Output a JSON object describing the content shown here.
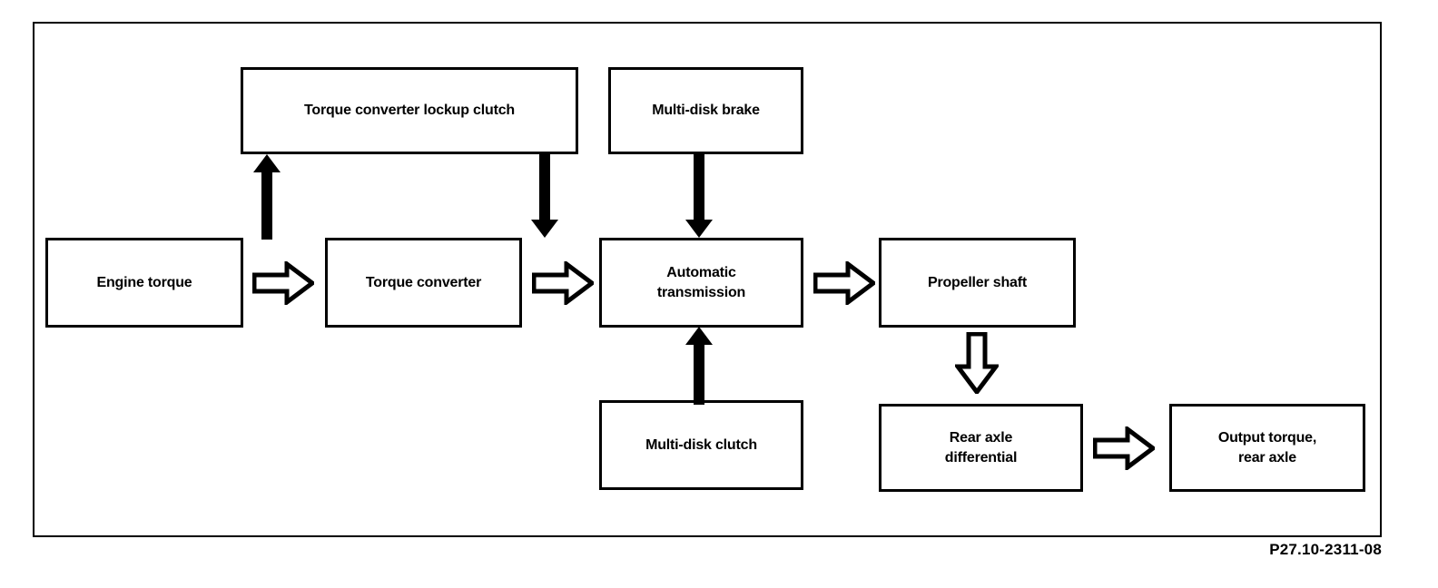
{
  "diagram": {
    "caption": "P27.10-2311-08",
    "frame": {
      "stroke": "#000000"
    },
    "nodes": [
      {
        "id": "torque-converter-lockup-clutch",
        "label": "Torque converter lockup clutch"
      },
      {
        "id": "multi-disk-brake",
        "label": "Multi-disk brake"
      },
      {
        "id": "engine-torque",
        "label": "Engine torque"
      },
      {
        "id": "torque-converter",
        "label": "Torque converter"
      },
      {
        "id": "automatic-transmission",
        "label": "Automatic\ntransmission"
      },
      {
        "id": "propeller-shaft",
        "label": "Propeller shaft"
      },
      {
        "id": "multi-disk-clutch",
        "label": "Multi-disk clutch"
      },
      {
        "id": "rear-axle-differential",
        "label": "Rear axle\ndifferential"
      },
      {
        "id": "output-torque-rear-axle",
        "label": "Output torque,\nrear axle"
      }
    ],
    "connectors": [
      {
        "id": "torque-converter-to-lockup-clutch",
        "style": "solid-black",
        "direction": "up",
        "from": "torque-converter",
        "to": "torque-converter-lockup-clutch"
      },
      {
        "id": "lockup-clutch-to-torque-converter",
        "style": "solid-black",
        "direction": "down",
        "from": "torque-converter-lockup-clutch",
        "to": "torque-converter"
      },
      {
        "id": "multi-disk-brake-to-automatic-transmission",
        "style": "solid-black",
        "direction": "down",
        "from": "multi-disk-brake",
        "to": "automatic-transmission"
      },
      {
        "id": "multi-disk-clutch-to-automatic-transmission",
        "style": "solid-black",
        "direction": "up",
        "from": "multi-disk-clutch",
        "to": "automatic-transmission"
      },
      {
        "id": "engine-torque-to-torque-converter",
        "style": "hollow",
        "direction": "right",
        "from": "engine-torque",
        "to": "torque-converter"
      },
      {
        "id": "torque-converter-to-automatic-transmission",
        "style": "hollow",
        "direction": "right",
        "from": "torque-converter",
        "to": "automatic-transmission"
      },
      {
        "id": "automatic-transmission-to-propeller-shaft",
        "style": "hollow",
        "direction": "right",
        "from": "automatic-transmission",
        "to": "propeller-shaft"
      },
      {
        "id": "propeller-shaft-to-rear-axle-differential",
        "style": "hollow",
        "direction": "down",
        "from": "propeller-shaft",
        "to": "rear-axle-differential"
      },
      {
        "id": "rear-axle-differential-to-output-torque",
        "style": "hollow",
        "direction": "right",
        "from": "rear-axle-differential",
        "to": "output-torque-rear-axle"
      }
    ],
    "colors": {
      "stroke": "#000000",
      "fill": "#ffffff",
      "text": "#000000"
    }
  }
}
